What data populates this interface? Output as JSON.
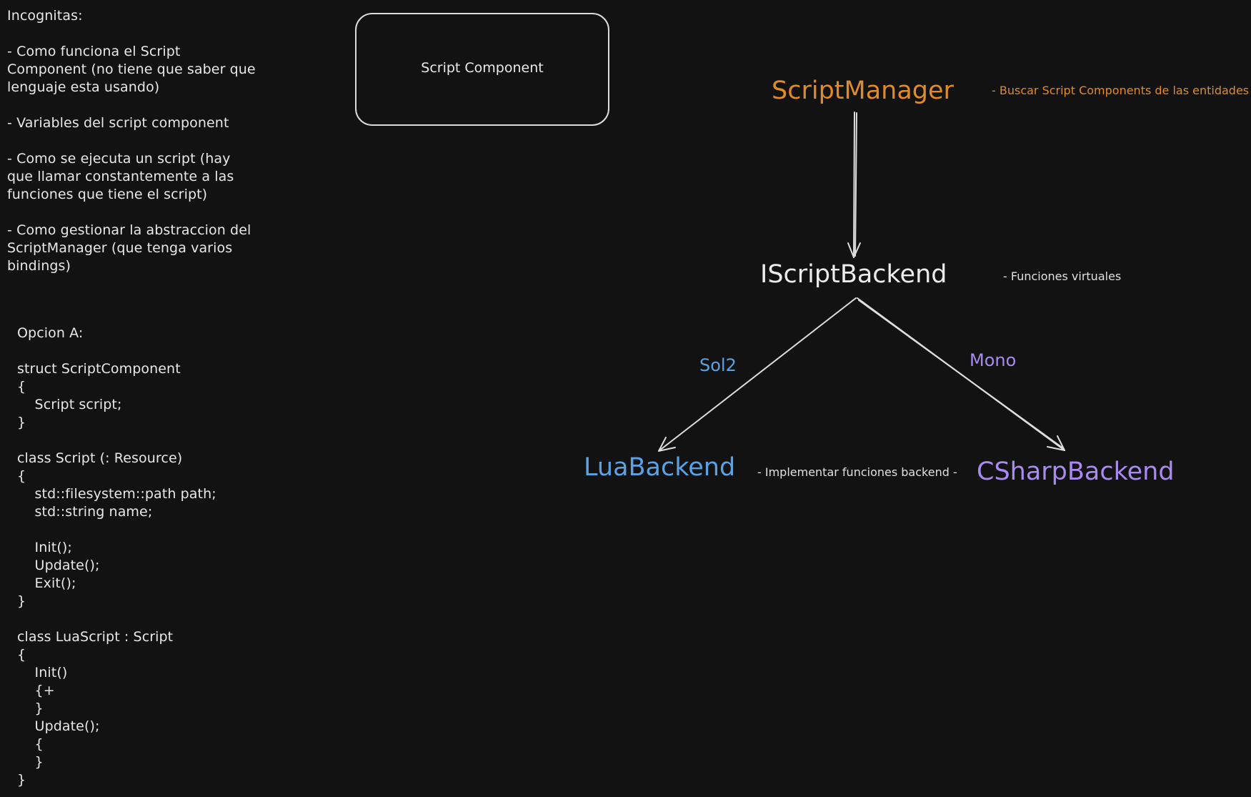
{
  "notes": {
    "incognitas": "Incognitas:\n\n- Como funciona el Script\nComponent (no tiene que saber que\nlenguaje esta usando)\n\n- Variables del script component\n\n- Como se ejecuta un script (hay\nque llamar constantemente a las\nfunciones que tiene el script)\n\n- Como gestionar la abstraccion del\nScriptManager (que tenga varios\nbindings)",
    "code": "Opcion A:\n\nstruct ScriptComponent\n{\n    Script script;\n}\n\nclass Script (: Resource)\n{\n    std::filesystem::path path;\n    std::string name;\n\n    Init();\n    Update();\n    Exit();\n}\n\nclass LuaScript : Script\n{\n    Init()\n    {+\n    }\n    Update();\n    {\n    }\n}"
  },
  "box": {
    "label": "Script Component"
  },
  "diagram": {
    "nodes": {
      "script_manager": "ScriptManager",
      "iscript_backend": "IScriptBackend",
      "lua_backend": "LuaBackend",
      "csharp_backend": "CSharpBackend"
    },
    "side_notes": {
      "buscar": "- Buscar Script Components de las entidades",
      "funciones": "- Funciones virtuales",
      "implementar": "- Implementar funciones backend -"
    },
    "edge_labels": {
      "sol2": "Sol2",
      "mono": "Mono"
    }
  },
  "colors": {
    "background": "#121212",
    "orange": "#e08a28",
    "blue": "#5aa2e6",
    "purple": "#a98af0",
    "text": "#e8e8e8"
  }
}
